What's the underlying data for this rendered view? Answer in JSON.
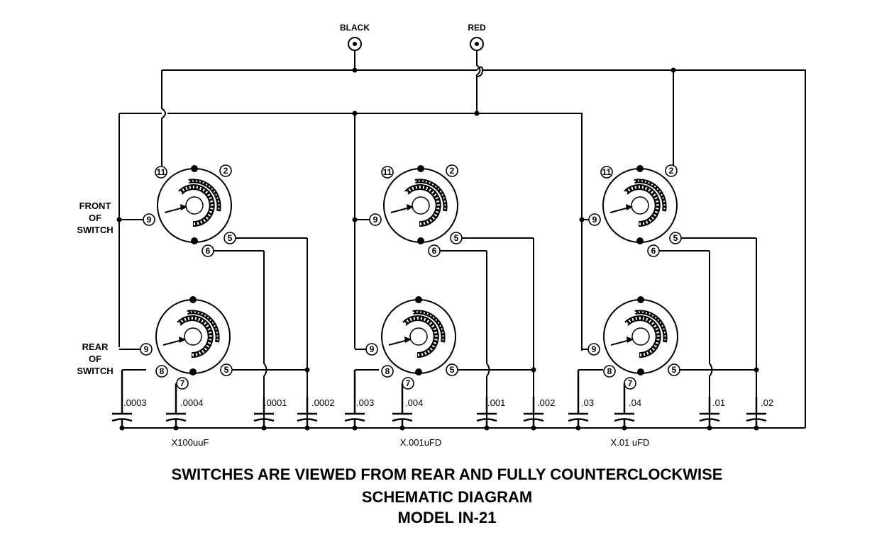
{
  "terminals": {
    "black": "BLACK",
    "red": "RED"
  },
  "side_labels": {
    "front": [
      "FRONT",
      "OF",
      "SWITCH"
    ],
    "rear": [
      "REAR",
      "OF",
      "SWITCH"
    ]
  },
  "pin_numbers": {
    "p2": "2",
    "p5": "5",
    "p6": "6",
    "p7": "7",
    "p8": "8",
    "p9": "9",
    "p11": "11"
  },
  "sections": [
    {
      "multiplier": "X100uuF",
      "capacitors": [
        ".0003",
        ".0004",
        ".0001",
        ".0002"
      ]
    },
    {
      "multiplier": "X.001uFD",
      "capacitors": [
        ".003",
        ".004",
        ".001",
        ".002"
      ]
    },
    {
      "multiplier": "X.01 uFD",
      "capacitors": [
        ".03",
        ".04",
        ".01",
        ".02"
      ]
    }
  ],
  "captions": {
    "line1": "SWITCHES ARE VIEWED FROM REAR AND FULLY COUNTERCLOCKWISE",
    "line2": "SCHEMATIC DIAGRAM",
    "line3": "MODEL IN-21"
  }
}
